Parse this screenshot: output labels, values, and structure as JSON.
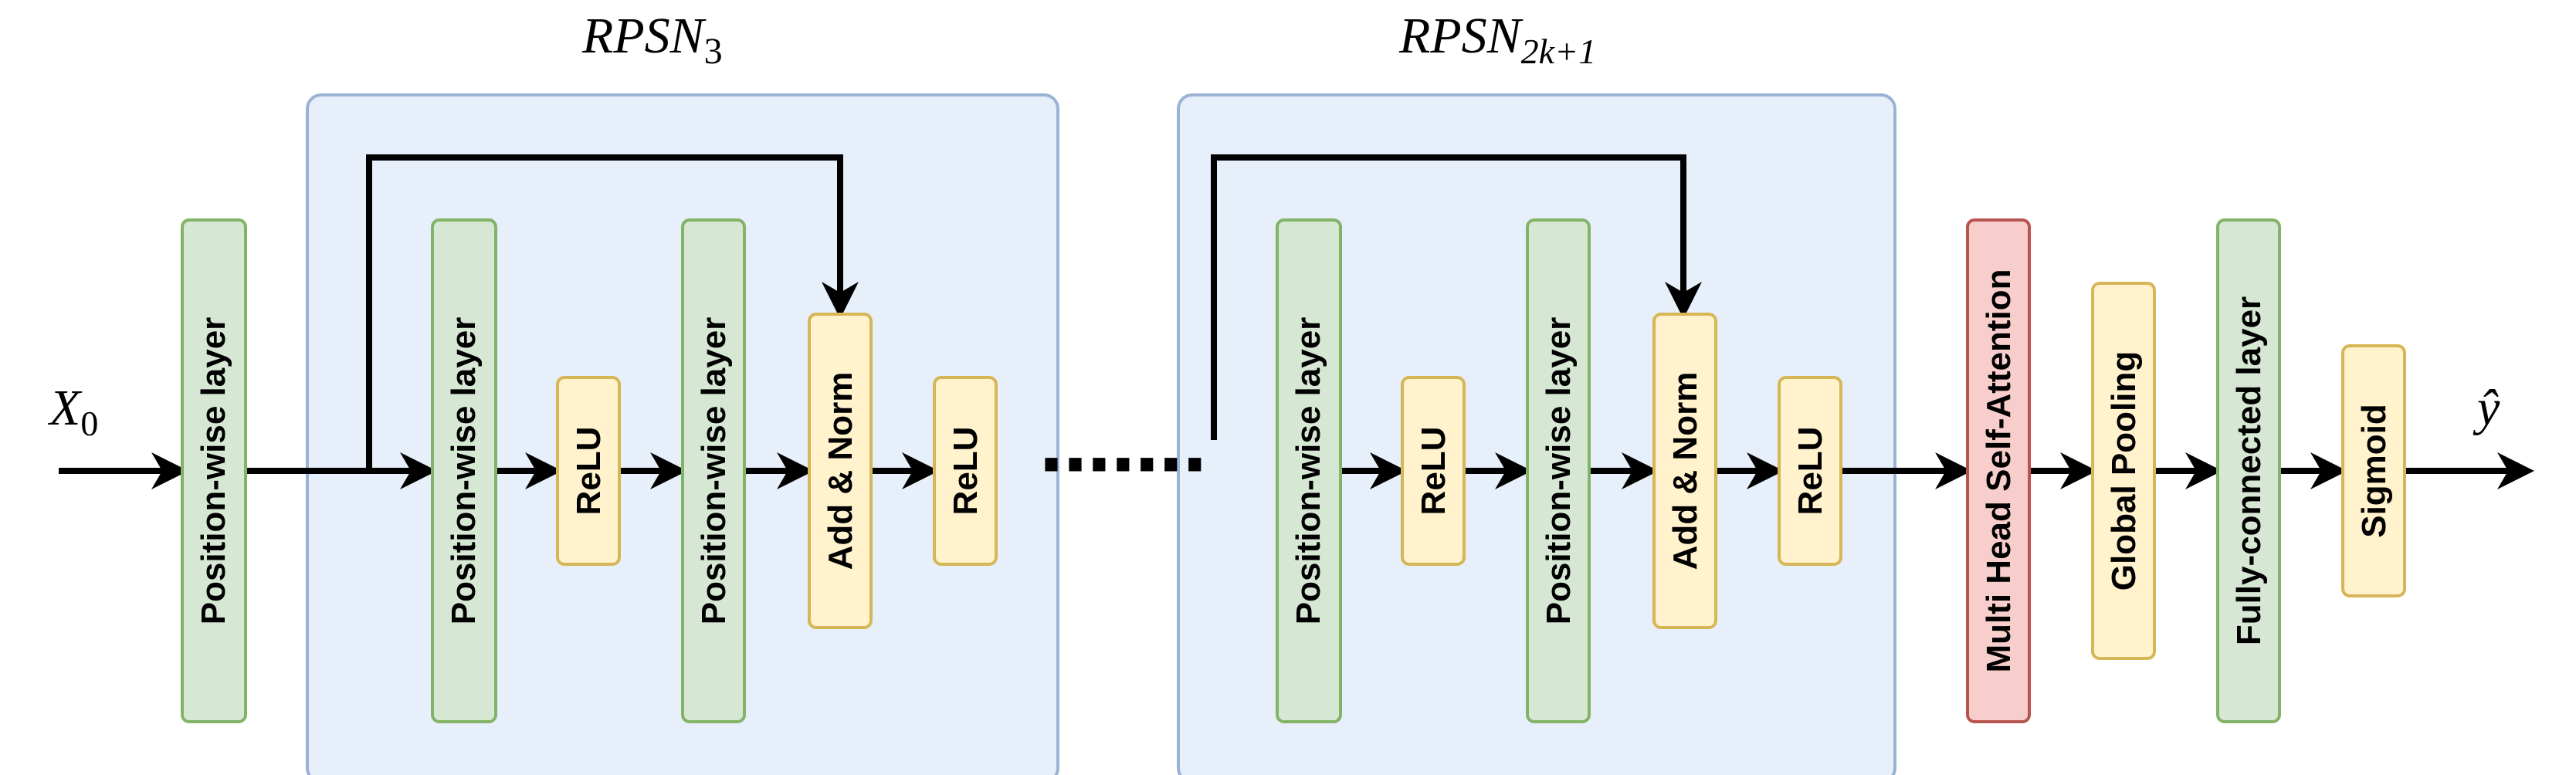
{
  "colors": {
    "group_fill": "#e6effa",
    "group_stroke": "#9ab3d5",
    "green_fill": "#d6e8d4",
    "green_stroke": "#82b366",
    "yellow_fill": "#fff2cc",
    "yellow_stroke": "#d6b656",
    "red_fill": "#f8cecc",
    "red_stroke": "#b85450",
    "arrow": "#000000"
  },
  "groups": [
    {
      "id": "rpsn3",
      "title_base": "RPSN",
      "title_sub": "3"
    },
    {
      "id": "rpsn2k1",
      "title_base": "RPSN",
      "title_sub": "2k+1"
    }
  ],
  "input_label": {
    "base": "X",
    "sub": "0"
  },
  "output_label": "ŷ",
  "blocks": {
    "pw_in": "Position-wise layer",
    "g1_pw1": "Position-wise layer",
    "g1_relu1": "ReLU",
    "g1_pw2": "Position-wise layer",
    "g1_add": "Add & Norm",
    "g1_relu2": "ReLU",
    "g2_pw1": "Position-wise layer",
    "g2_relu1": "ReLU",
    "g2_pw2": "Position-wise layer",
    "g2_add": "Add & Norm",
    "g2_relu2": "ReLU",
    "mhsa": "Multi Head Self-Attention",
    "gpool": "Global Pooling",
    "fc": "Fully-connected layer",
    "sigmoid": "Sigmoid"
  },
  "ellipsis": "·······"
}
